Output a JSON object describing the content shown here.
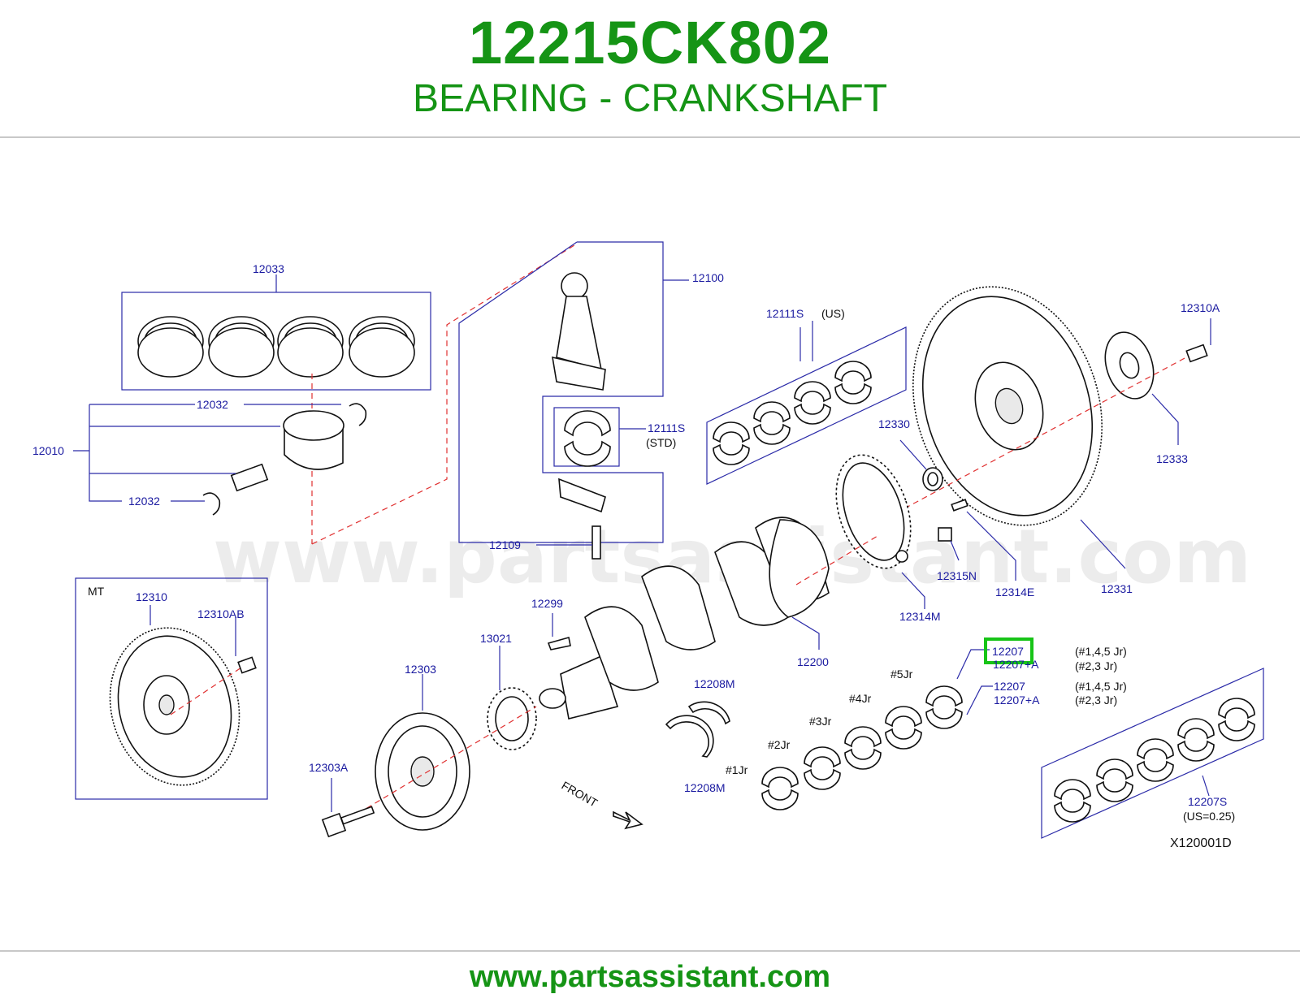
{
  "header": {
    "part_number": "12215CK802",
    "part_name": "BEARING - CRANKSHAFT"
  },
  "footer": {
    "url": "www.partsassistant.com"
  },
  "watermark": "www.partsassistant.com",
  "diagram_code": "X120001D",
  "highlight_color": "#17c417",
  "brand_color": "#159415",
  "labels": {
    "p12033": "12033",
    "p12032a": "12032",
    "p12032b": "12032",
    "p12010": "12010",
    "p12100": "12100",
    "p12111s_std": "12111S",
    "std": "(STD)",
    "p12109": "12109",
    "p12111s_us": "12111S",
    "us": "(US)",
    "p12310a": "12310A",
    "p12330": "12330",
    "p12333": "12333",
    "p12315n": "12315N",
    "p12314e": "12314E",
    "p12331": "12331",
    "p12314m": "12314M",
    "mt": "MT",
    "p12310": "12310",
    "p12310ab": "12310AB",
    "p12299": "12299",
    "p13021": "13021",
    "p12303": "12303",
    "p12303a": "12303A",
    "p12200": "12200",
    "p12208m_a": "12208M",
    "p12208m_b": "12208M",
    "front": "FRONT",
    "jr1": "#1Jr",
    "jr2": "#2Jr",
    "jr3": "#3Jr",
    "jr4": "#4Jr",
    "jr5": "#5Jr",
    "p12207_hl": "12207",
    "p12207a_1": "12207+A",
    "p12207": "12207",
    "p12207a_2": "12207+A",
    "jr145_a": "(#1,4,5   Jr)",
    "jr23_a": "(#2,3   Jr)",
    "jr145_b": "(#1,4,5   Jr)",
    "jr23_b": "(#2,3   Jr)",
    "p12207s": "12207S",
    "us025": "(US=0.25)"
  }
}
